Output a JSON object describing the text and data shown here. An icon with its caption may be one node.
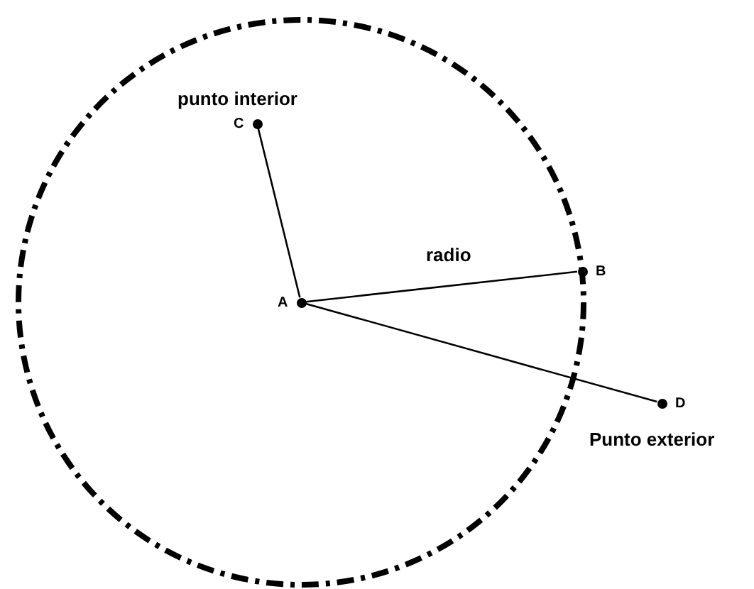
{
  "diagram": {
    "nodes": [
      {
        "text": [
          "C"
        ],
        "beside": [
          "punto interior"
        ]
      },
      {
        "text": [
          "A"
        ]
      },
      {
        "text": [
          "B"
        ]
      },
      {
        "text": [
          "D"
        ],
        "beside": [
          "Punto exterior"
        ]
      }
    ],
    "edges": [
      {
        "from": 1,
        "to": 0,
        "arrow": "none"
      },
      {
        "from": 1,
        "to": 2,
        "arrow": "none",
        "label": "radio"
      },
      {
        "from": 1,
        "to": 3,
        "arrow": "none"
      }
    ]
  }
}
